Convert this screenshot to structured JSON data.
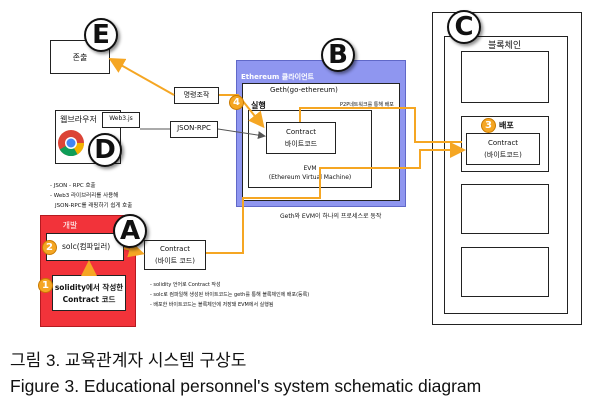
{
  "nodes": {
    "output": "존출",
    "command": "명령조작",
    "jsonrpc": "JSON-RPC",
    "web3js": "Web3.js",
    "browser": "웹브라우저",
    "browser_notes": [
      "- JSON - RPC 호출",
      "- Web3 라이브러리를 사용해",
      "JSON-RPC를 래핑하기 쉽게 호출"
    ],
    "dev_env": "개발",
    "solc": "solc(컴파일러)",
    "solidity_line1": "solidity에서 작성한",
    "solidity_line2": "Contract 코드",
    "contract_out_line1": "Contract",
    "contract_out_line2": "(바이트 코드)",
    "dev_notes": [
      "- solidity 언어로 Contract 작성",
      "- solc로 컴파일해 생성된 바이트코드는 geth를 통해 블록체인에 배포(등록)",
      "- 배포한 바이트코드는 블록체인에 저장돼 EVM에서 실행됨"
    ],
    "eth_client": "Ethereum 클라이언트",
    "geth": "Geth(go-ethereum)",
    "exec": "실행",
    "p2p": "P2P네트워크를 통해 배포",
    "contract_inner_line1": "Contract",
    "contract_inner_line2": "바이트코드",
    "evm_line1": "EVM",
    "evm_line2": "(Ethereum Virtual Machine)",
    "geth_note": "Geth와 EVM이 하나의 프로세스로 동작",
    "blockchain": "블록체인",
    "deploy": "배포",
    "bc_contract_line1": "Contract",
    "bc_contract_line2": "(바이트코드)"
  },
  "markers": {
    "A": "A",
    "B": "B",
    "C": "C",
    "D": "D",
    "E": "E"
  },
  "steps": {
    "s1": "1",
    "s2": "2",
    "s3": "3",
    "s4": "4"
  },
  "caption": {
    "korean": "그림 3. 교육관계자 시스템 구상도",
    "english": "Figure 3. Educational personnel's system schematic diagram"
  },
  "colors": {
    "arrow": "#f5a623",
    "dev_red": "#f2333a",
    "eth_blue": "#8f96f0"
  }
}
